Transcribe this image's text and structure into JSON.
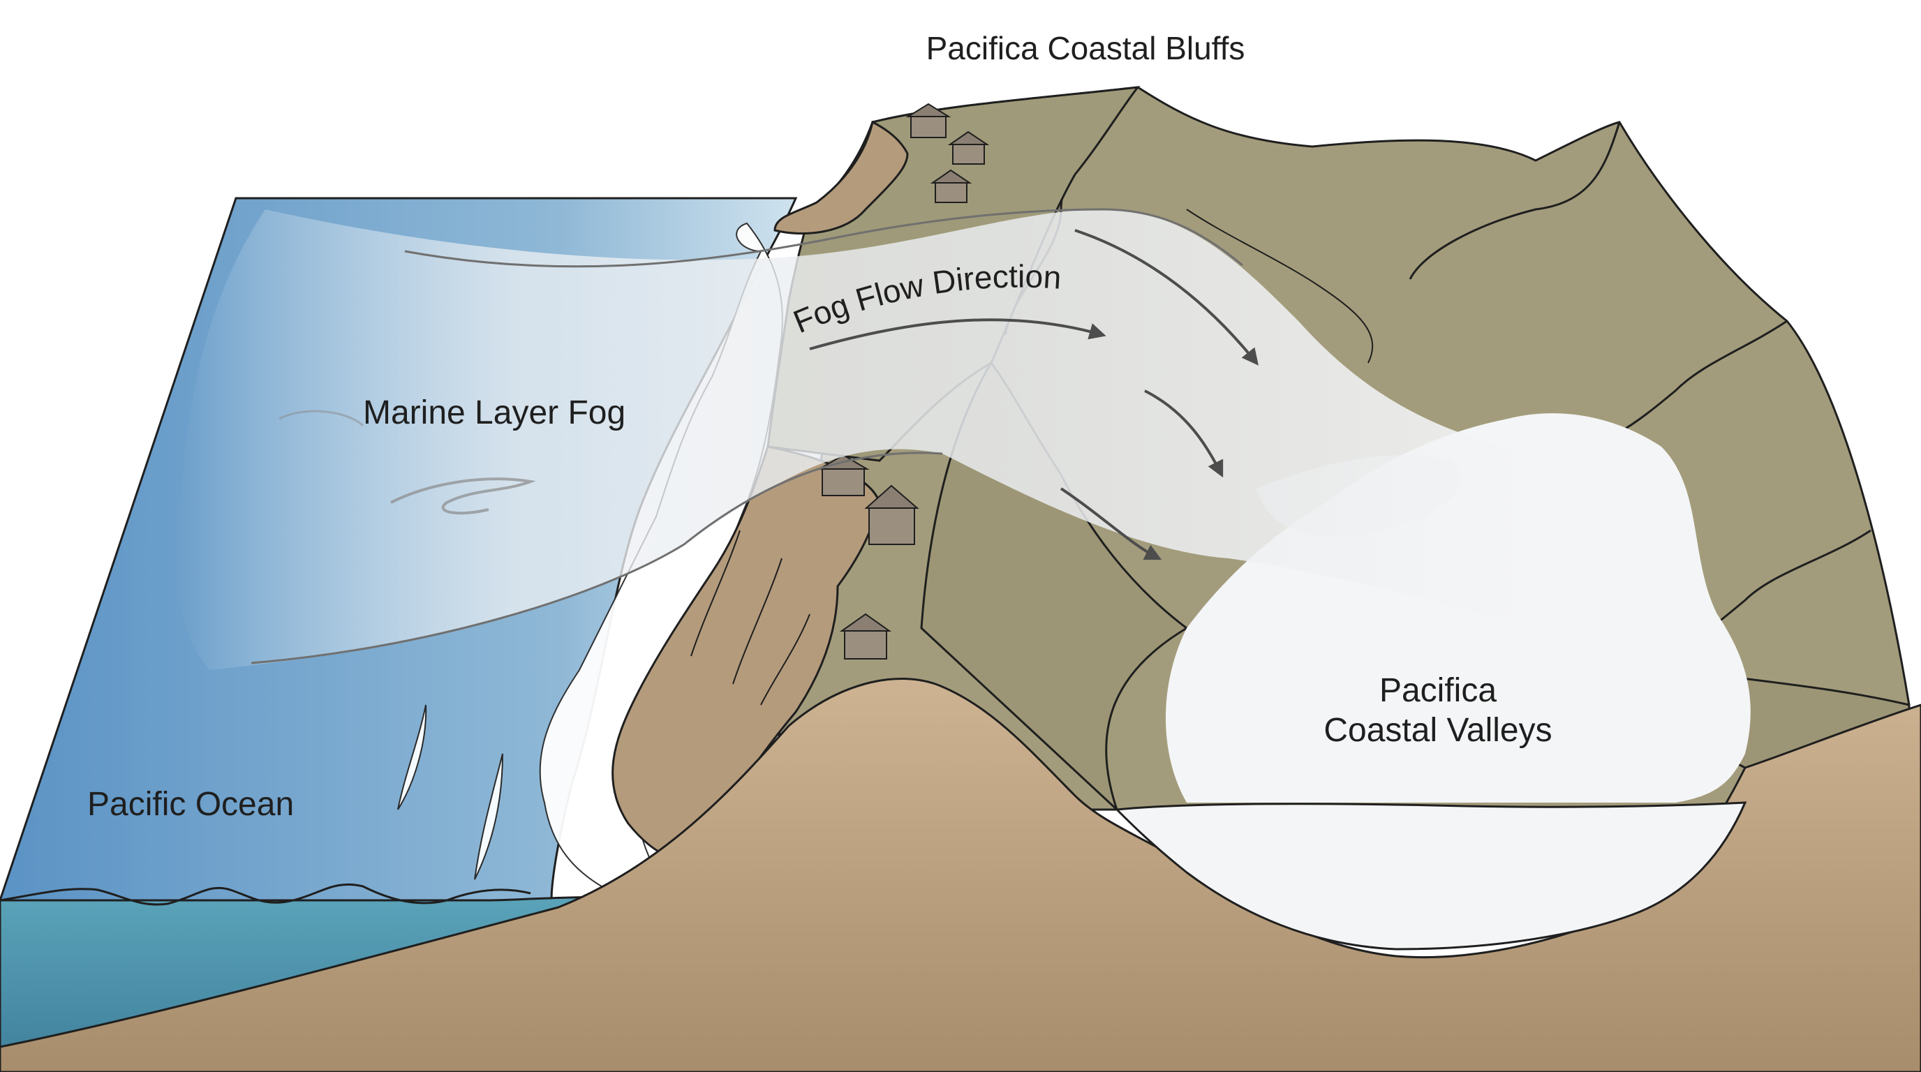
{
  "labels": {
    "bluffs": "Pacifica Coastal Bluffs",
    "flow": "Fog Flow Direction",
    "fog": "Marine Layer Fog",
    "valleys_line1": "Pacifica",
    "valleys_line2": "Coastal Valleys",
    "ocean": "Pacific Ocean"
  },
  "colors": {
    "ocean_deep": "#5b93c5",
    "ocean_light": "#cfe2ee",
    "ocean_side": "#4a90a8",
    "terrain": "#a39c7c",
    "cliff": "#b49b7c",
    "ground": "#c6aa8a",
    "fog": "#f2f3f5",
    "arrow": "#4d4d4d"
  }
}
